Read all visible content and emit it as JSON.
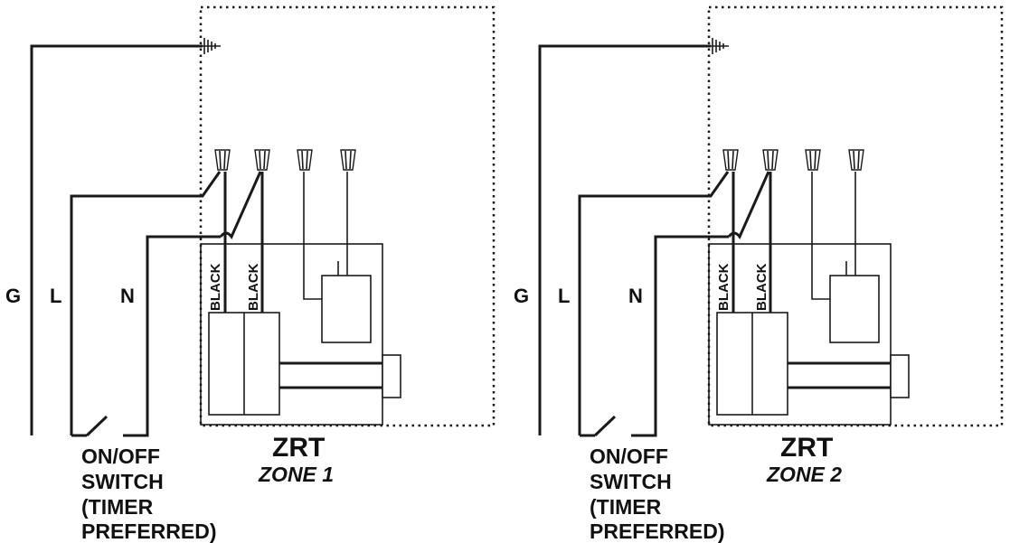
{
  "panels": [
    {
      "id": "zone-1",
      "line_labels": {
        "ground": "G",
        "line": "L",
        "neutral": "N"
      },
      "switch_lines": [
        "ON/OFF",
        "SWITCH",
        "(TIMER",
        "PREFERRED)"
      ],
      "device": "ZRT",
      "zone": "ZONE 1",
      "wire_labels": [
        "BLACK",
        "BLACK"
      ]
    },
    {
      "id": "zone-2",
      "line_labels": {
        "ground": "G",
        "line": "L",
        "neutral": "N"
      },
      "switch_lines": [
        "ON/OFF",
        "SWITCH",
        "(TIMER",
        "PREFERRED)"
      ],
      "device": "ZRT",
      "zone": "ZONE 2",
      "wire_labels": [
        "BLACK",
        "BLACK"
      ]
    }
  ],
  "icons": {
    "ground_symbol": "ground-icon",
    "wire_nut": "wire-nut-icon",
    "switch": "switch-icon"
  }
}
